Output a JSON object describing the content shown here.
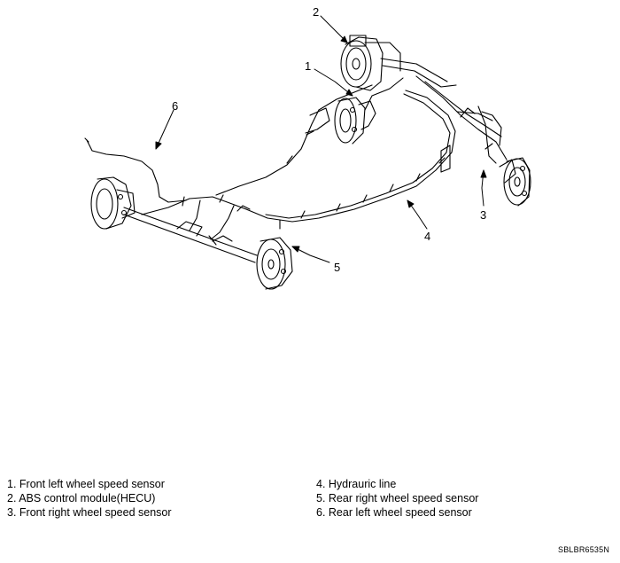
{
  "callouts": [
    "1",
    "2",
    "3",
    "4",
    "5",
    "6"
  ],
  "legend": {
    "left": [
      "1. Front left wheel speed sensor",
      "2. ABS control module(HECU)",
      "3. Front right wheel speed sensor"
    ],
    "right": [
      "4. Hydrauric line",
      "5. Rear right wheel speed sensor",
      "6. Rear left wheel speed sensor"
    ]
  },
  "figure_code": "SBLBR6535N"
}
